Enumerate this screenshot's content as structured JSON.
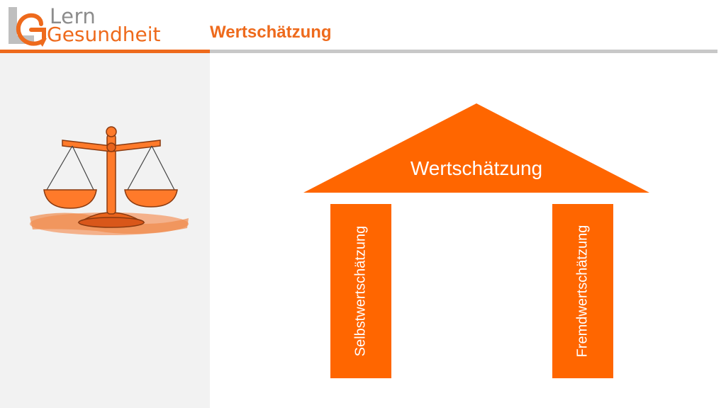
{
  "logo": {
    "line1": "Lern",
    "line2": "Gesundheit"
  },
  "slide": {
    "title": "Wertschätzung"
  },
  "illustration": {
    "icon": "scales-of-justice-icon"
  },
  "diagram": {
    "roof_label": "Wertschätzung",
    "pillar_left": "Selbstwertschätzung",
    "pillar_right": "Fremdwertschätzung"
  },
  "colors": {
    "accent": "#ee6a1c",
    "pillar": "#ff6600",
    "divider": "#c8c8c8",
    "panel": "#f2f2f2"
  }
}
